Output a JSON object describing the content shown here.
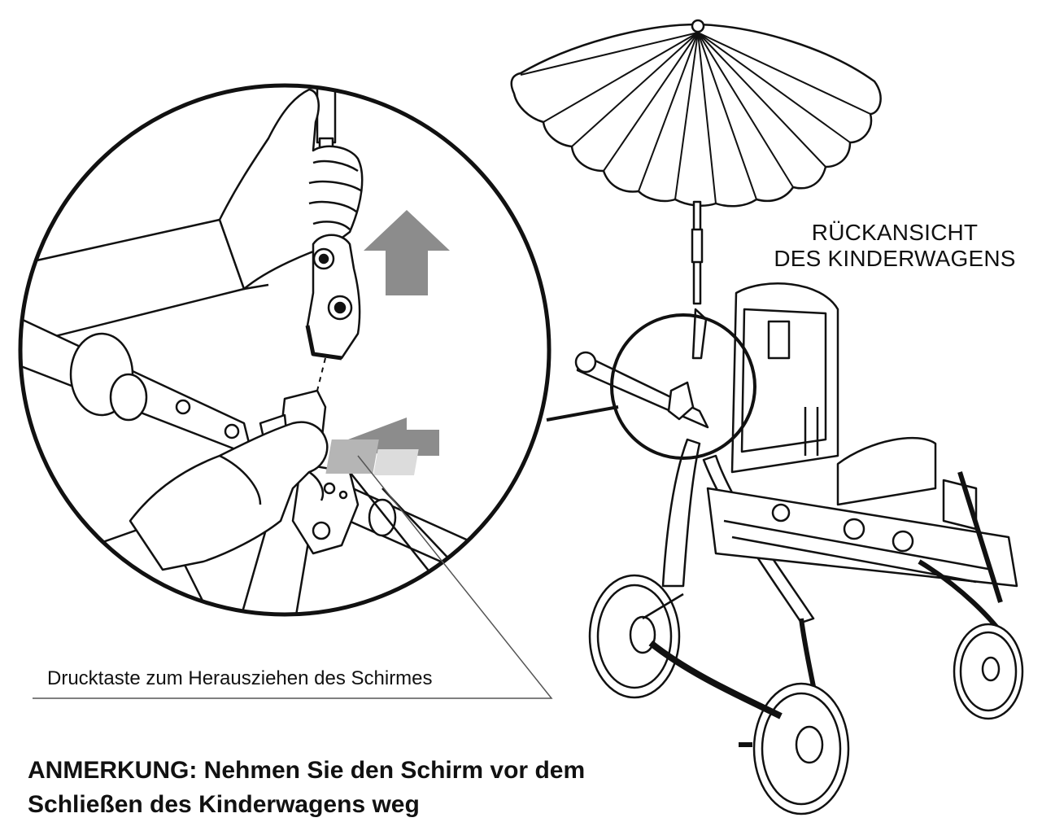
{
  "labels": {
    "view_line1": "RÜCKANSICHT",
    "view_line2": "DES KINDERWAGENS",
    "push_button": "Drucktaste zum Herausziehen des Schirmes",
    "note_line1": "ANMERKUNG: Nehmen Sie den Schirm vor dem",
    "note_line2": "Schließen des Kinderwagens weg"
  },
  "colors": {
    "line": "#111111",
    "arrow_gray": "#8c8c8c",
    "arrow_light": "#b5b5b5",
    "arrow_fade": "#dcdcdc"
  }
}
